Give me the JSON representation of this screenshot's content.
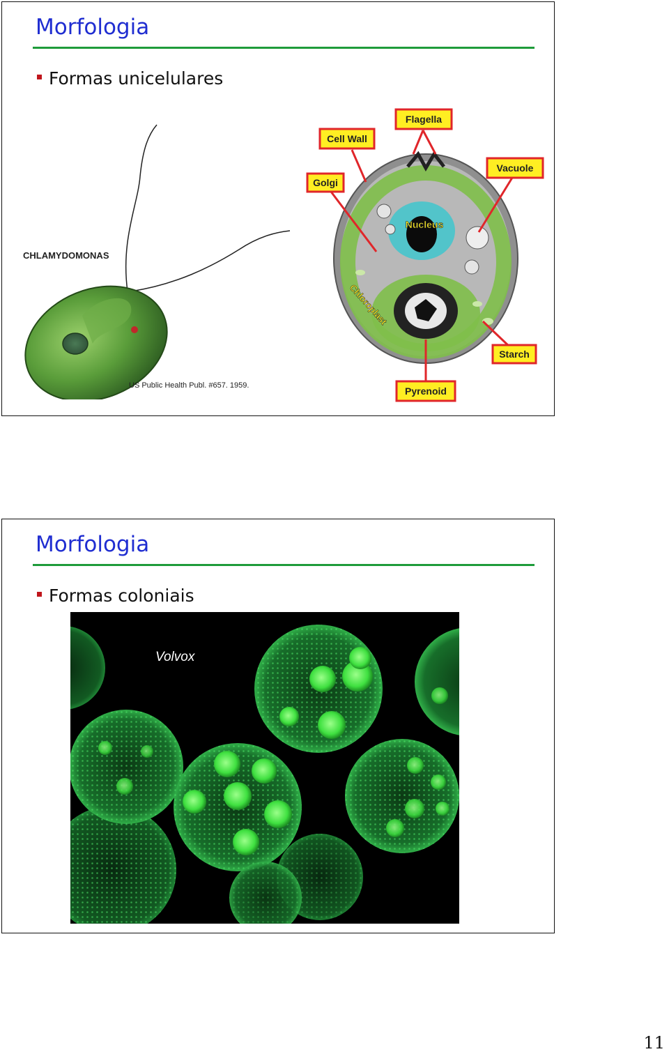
{
  "slides": [
    {
      "title": "Morfologia",
      "bullet": "Formas unicelulares",
      "figure": {
        "organism_label": "CHLAMYDOMONAS",
        "credit": "US Public Health Publ. #657. 1959.",
        "callouts": {
          "flagella": "Flagella",
          "cell_wall": "Cell Wall",
          "golgi": "Golgi",
          "vacuole": "Vacuole",
          "nucleus": "Nucleus",
          "chloroplast": "Chloroplast",
          "starch": "Starch",
          "pyrenoid": "Pyrenoid"
        }
      }
    },
    {
      "title": "Morfologia",
      "bullet": "Formas coloniais",
      "figure": {
        "caption": "Volvox"
      }
    }
  ],
  "page_number": "11",
  "colors": {
    "title": "#1f2dd1",
    "rule": "#1e9b3a",
    "bullet": "#c0161c",
    "callout_border": "#e0262a",
    "callout_fill": "#ffee22"
  }
}
